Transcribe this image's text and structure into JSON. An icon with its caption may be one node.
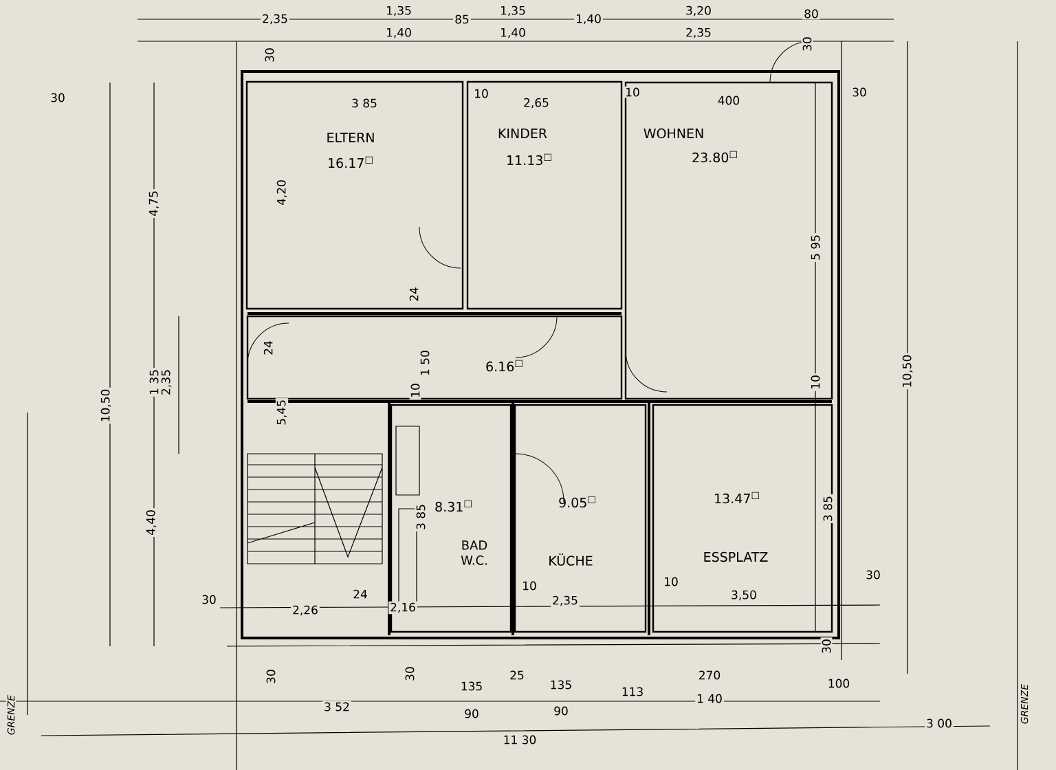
{
  "diagram": {
    "nodes": [
      {
        "text": [
          "ELTERN",
          "16.17$^{□}$"
        ]
      },
      {
        "text": [
          "KINDER",
          "11.13$^{□}$"
        ]
      },
      {
        "text": [
          "WOHNEN",
          "23.80$^{□}$"
        ]
      },
      {
        "text": [
          "6.16$^{□}$"
        ]
      },
      {
        "text": [
          "8.31$^{□}$",
          "BAD W.C."
        ]
      },
      {
        "text": [
          "9.05$^{□}$",
          "KÜCHE"
        ]
      },
      {
        "text": [
          "13.47$^{□}$",
          "ESSPLATZ"
        ]
      }
    ],
    "labels": [
      "2,35",
      "1,35",
      "1,40",
      "85",
      "1,35",
      "1,40",
      "1,40",
      "3,20",
      "2,35",
      "80",
      "30",
      "30",
      "30",
      "3 85",
      "10",
      "2,65",
      "10",
      "400",
      "30",
      "4,75",
      "4,20",
      "5 95",
      "10,50",
      "1 35",
      "2,35",
      "24",
      "24",
      "1 50",
      "10",
      "10",
      "5,45",
      "3 85",
      "3 85",
      "4,40",
      "10,50",
      "30",
      "24",
      "2,26",
      "2,16",
      "10",
      "2,35",
      "10",
      "3,50",
      "30",
      "30",
      "30",
      "30",
      "135",
      "25",
      "135",
      "113",
      "270",
      "100",
      "3 52",
      "90",
      "90",
      "1 40",
      "11 30",
      "3 00",
      "GRENZE",
      "GRENZE"
    ]
  }
}
